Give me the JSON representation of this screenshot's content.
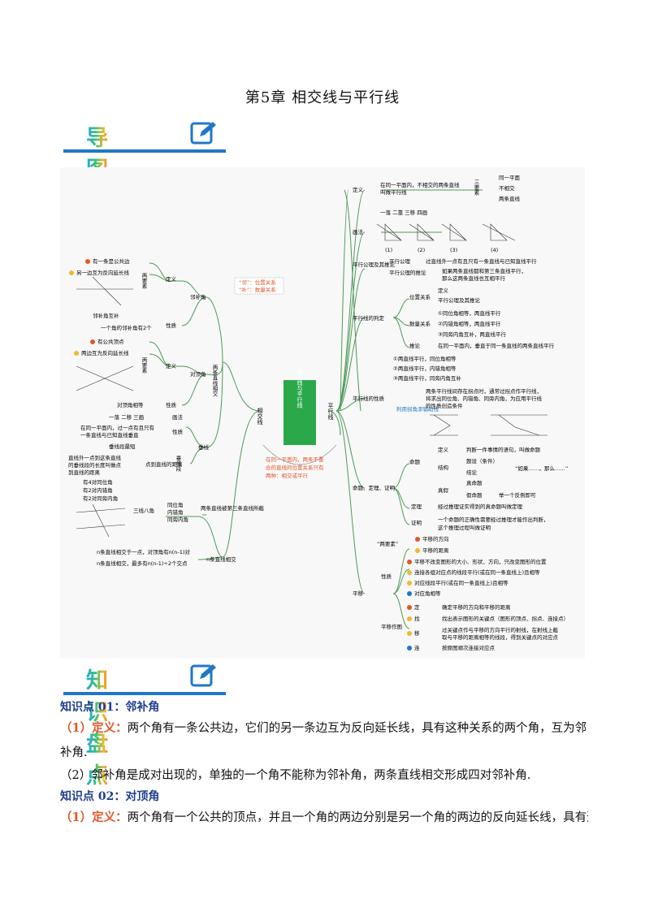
{
  "chapter_title": "第5章 相交线与平行线",
  "banner1": "导图导学",
  "banner2": "知识盘点",
  "center": "相交线与平行线",
  "branch_left": "相交线",
  "branch_right": "平行线",
  "left": {
    "intersect_two": "两条直线相交",
    "adjacent": "邻补角",
    "vertical": "对顶角",
    "perp": "垂线",
    "three_lines": "两条直线被第三条直线所截",
    "n_lines": "n条直线相交",
    "def": "定义",
    "nature": "性质",
    "two_elements": "两要素",
    "adj_items": [
      "有一条是公共边",
      "另一边互为反向延长线"
    ],
    "adj_nature": [
      "邻补角互补",
      "一个角的邻补角有2个"
    ],
    "vert_items": [
      "有公共顶点",
      "两边互为反向延长线"
    ],
    "vert_nature": "对顶角相等",
    "perp_draw": "画法",
    "perp_draw_txt": "一落 二移 三画",
    "perp_nature": "性质",
    "perp_nature_txt": [
      "在同一平面内，过一点有且只有",
      "一条直线与已知直线垂直"
    ],
    "perp_seg_label": "垂线段",
    "perp_seg_short": "垂线段最短",
    "dist_label": "点到直线的距离",
    "dist_txt": [
      "直线外一点到这条直线",
      "的垂线段的长度叫做点",
      "到直线的距离"
    ],
    "three_lines_label": "三线八角",
    "angle_types": [
      "同位角",
      "内错角",
      "同旁内角"
    ],
    "angle_counts": [
      "有4对同位角",
      "有2对内错角",
      "有2对同旁内角"
    ],
    "n_lines_txt": [
      "n条直线相交于一点，对顶角有n(n-1)对",
      "n条直线相交，最多有n(n-1)÷2个交点"
    ],
    "note_adj": [
      "“邻”：位置关系",
      "“补”：数量关系"
    ]
  },
  "center_note": [
    "在同一平面内，两条不重",
    "合的直线的位置关系只有",
    "两种：相交或平行"
  ],
  "right": {
    "def": "定义",
    "def_txt": [
      "在同一平面内，不相交的两条直线",
      "叫做平行线"
    ],
    "three_elements": "三要素",
    "three_items": [
      "同一平面",
      "不相交",
      "两条直线"
    ],
    "draw": "画法",
    "draw_steps": "一落 二靠 三移 四画",
    "draw_fig_labels": [
      "(1)",
      "(2)",
      "(3)",
      "(4)"
    ],
    "axiom": "平行公理及其推论",
    "axiom_label": "平行公理",
    "axiom_txt": "过直线外一点有且只有一条直线与已知直线平行",
    "corollary_label": "平行公理的推论",
    "corollary_txt": [
      "如果两条直线都和第三条直线平行，",
      "那么这两条直线也互相平行"
    ],
    "judge": "平行线的判定",
    "position": "位置关系",
    "pos_items": [
      "定义",
      "平行公理及其推论"
    ],
    "quantity": "数量关系",
    "qty_items": [
      "①同位角相等，两直线平行",
      "②内错角相等，两直线平行",
      "③同旁内角互补，两直线平行"
    ],
    "inference": "推论",
    "inference_txt": "在同一平面内，垂直于同一条直线的两条直线平行",
    "prop": "平行线的性质",
    "prop_items": [
      "①两直线平行，同位角相等",
      "②两直线平行，内错角相等",
      "③两直线平行，同旁内角互补"
    ],
    "aux_label": "利用拐角添辅助线",
    "aux_txt": [
      "两条平行线间存在拐点时，通常过拐点作平行线，",
      "将求出同位角、内错角、同旁内角，为应用平行线",
      "的性质创造条件"
    ],
    "prop_section": "命题、定理、证明",
    "proposition": "命题",
    "prop_def": "定义",
    "prop_def_txt": "判断一件事情的语句，叫做命题",
    "structure": "结构",
    "condition": "题设（条件）",
    "conclusion": "结论",
    "ifthen": "“如果……，那么……”",
    "truefalse": "真假",
    "true_prop": "真命题",
    "false_prop": "假命题",
    "counter": "举一个反例即可",
    "theorem": "定理",
    "theorem_txt": "经过推理证实得到的真命题叫做定理",
    "proof": "证明",
    "proof_txt": [
      "一个命题的正确性需要经过推理才能作出判断，",
      "这个推理过程叫做证明"
    ],
    "translation": "平移",
    "two_factors": "“两要素”",
    "factor_items": [
      "平移的方向",
      "平移的距离"
    ],
    "nature": "性质",
    "nature_items": [
      "平移不改变图形的大小、形状、方向，只改变图形的位置",
      "连接各组对应点的线段平行(或在同一条直线上)且相等",
      "对应线段平行(或在同一条直线上)且相等",
      "对应角相等"
    ],
    "draw_label": "平移作图",
    "draw_items": [
      {
        "k": "定",
        "t": [
          "确定平移的方向和平移的距离"
        ]
      },
      {
        "k": "找",
        "t": [
          "找出表示图形的关键点（图形的顶点、拐点、连接点）"
        ]
      },
      {
        "k": "移",
        "t": [
          "过关键点作与平移的方向平行的射线，在射线上截",
          "取与平移的距离相等的线段，得到关键点的对应点"
        ]
      },
      {
        "k": "连",
        "t": [
          "按原图顺次连接对应点"
        ]
      }
    ]
  },
  "section1": {
    "heading": "知识点 01：邻补角",
    "p1_label": "（1）定义：",
    "p1": "两个角有一条公共边，它们的另一条边互为反向延长线，具有这种关系的两个角，互为邻补角.",
    "p2": "（2）邻补角是成对出现的，单独的一个角不能称为邻补角，两条直线相交形成四对邻补角."
  },
  "section2": {
    "heading": "知识点 02：对顶角",
    "p1_label": "（1）定义：",
    "p1": "两个角有一个公共的顶点，并且一个角的两边分别是另一个角的两边的反向延长线，具有这种"
  },
  "colors": {
    "accent_blue": "#1f77c8",
    "accent_red": "#e0572a",
    "center_green": "#2aa84a",
    "line_green": "#4c9a55"
  }
}
